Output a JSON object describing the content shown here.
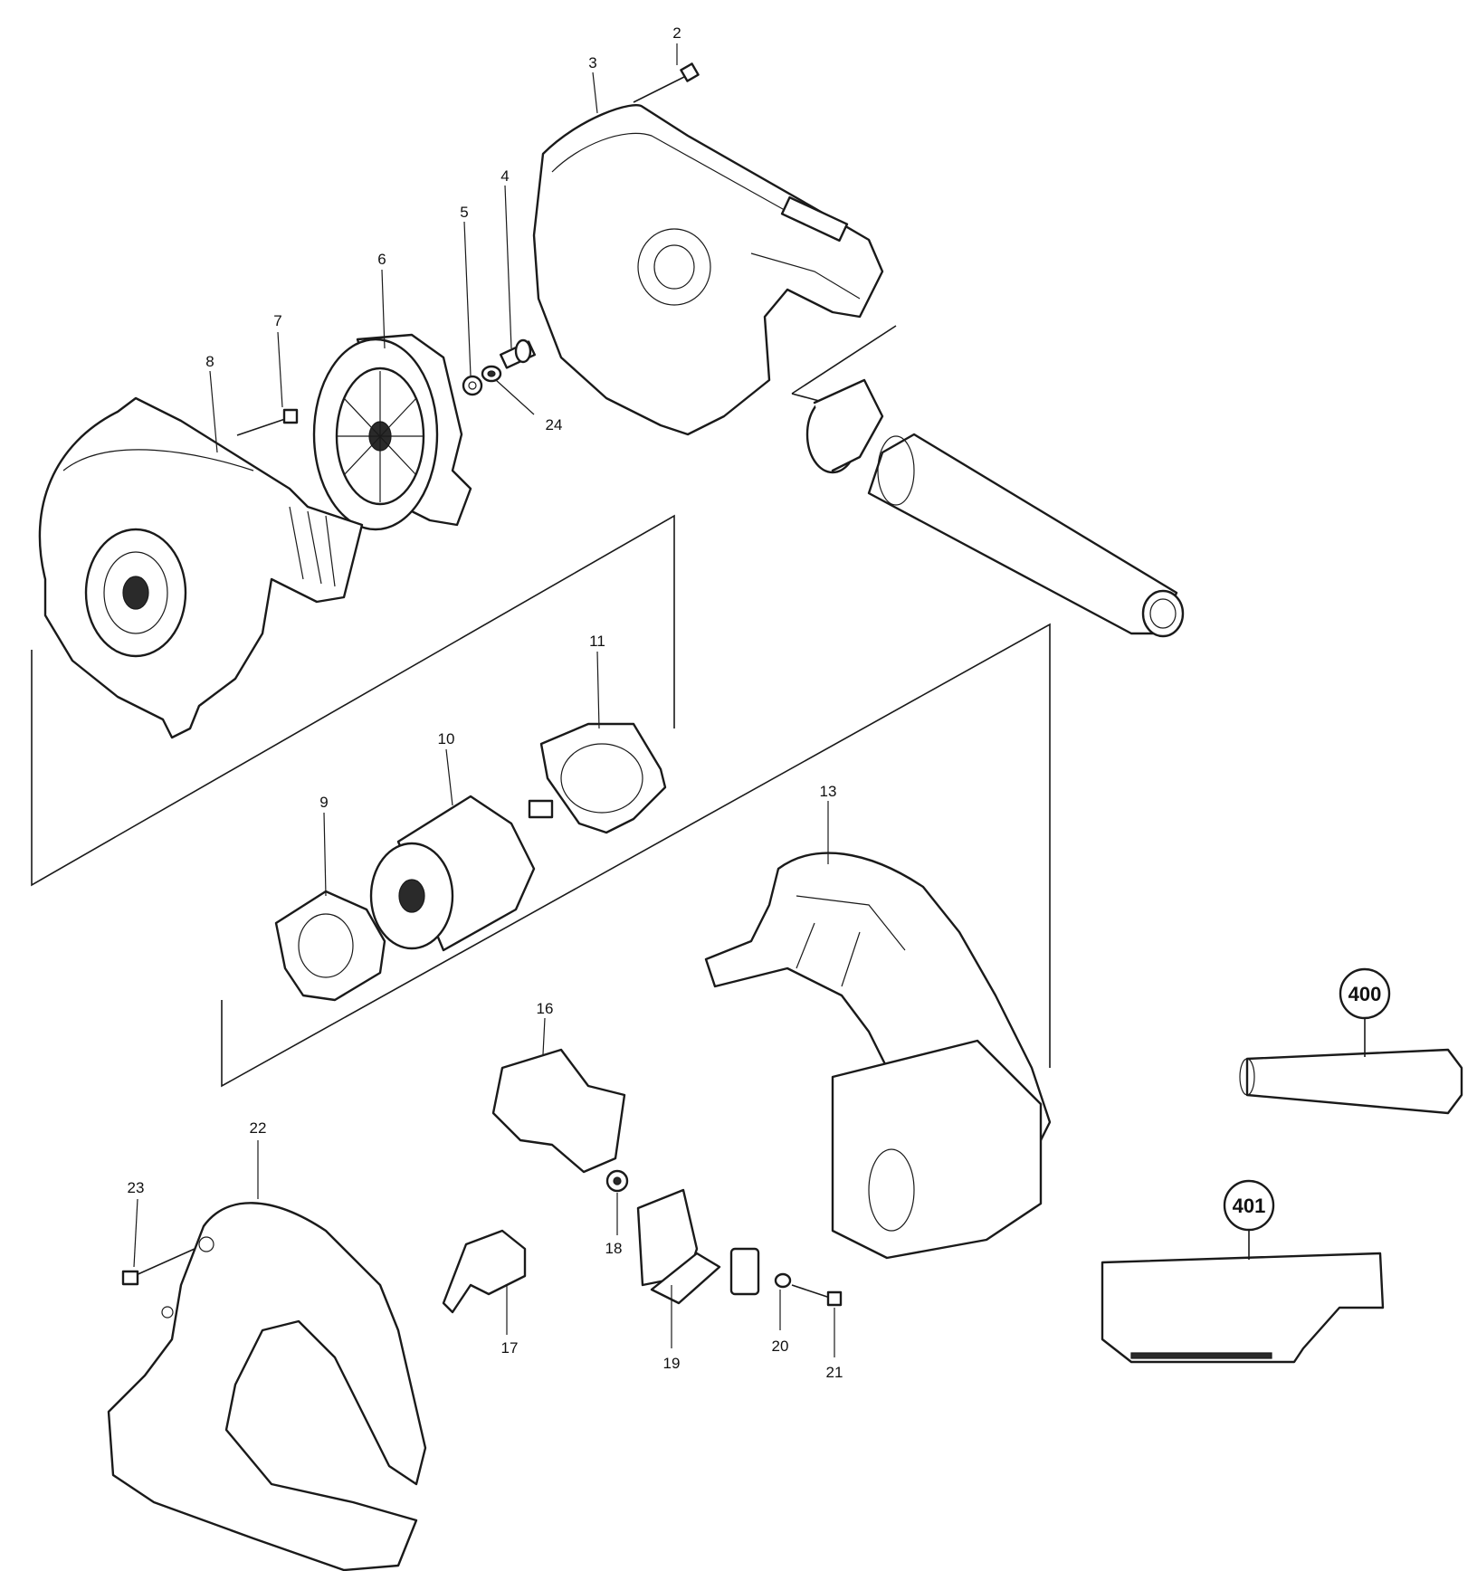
{
  "diagram": {
    "callouts": [
      "2",
      "3",
      "4",
      "5",
      "6",
      "7",
      "8",
      "24",
      "10",
      "11",
      "9",
      "13",
      "16",
      "18",
      "17",
      "19",
      "20",
      "21",
      "22",
      "23"
    ],
    "accessory_callouts": [
      "400",
      "401"
    ]
  }
}
